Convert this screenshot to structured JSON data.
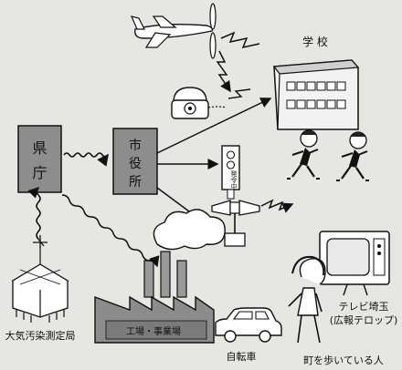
{
  "diagram": {
    "nodes": {
      "prefecture": {
        "label_chars": [
          "県",
          "庁"
        ]
      },
      "city_hall": {
        "label_chars": [
          "市",
          "役",
          "所"
        ]
      },
      "school": {
        "label": "学 校"
      },
      "signal": {
        "label_chars": [
          "発",
          "令",
          "中"
        ]
      },
      "factory": {
        "label": "工場・事業場"
      },
      "monitor_station": {
        "label": "大気汚染測定局"
      },
      "car": {
        "label": "自転車"
      },
      "tv": {
        "label_line1": "テレビ埼玉",
        "label_line2": "(広報テロップ)"
      },
      "pedestrian": {
        "label": "町を歩いている人"
      }
    },
    "icons": [
      "airplane-icon",
      "telephone-icon",
      "siren-speaker-icon",
      "child-running-icon",
      "tv-icon",
      "car-icon",
      "factory-icon",
      "antenna-station-icon"
    ]
  }
}
